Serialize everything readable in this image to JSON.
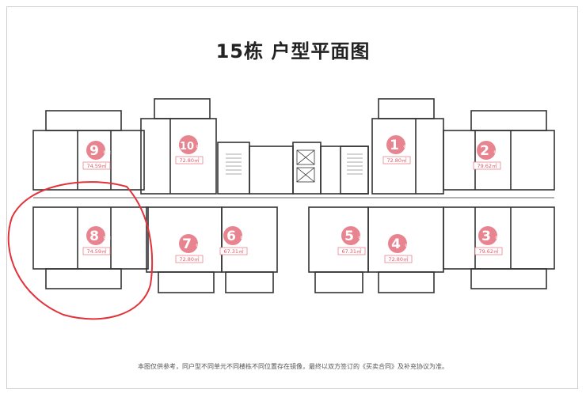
{
  "title": "15栋  户型平面图",
  "disclaimer": "本图仅供参考，同户型不同单元不同楼栋不同位置存在镜像，最终以双方签订的《买卖合同》及补充协议为准。",
  "units": [
    {
      "no": "9",
      "suffix": "号房",
      "area": "74.59㎡"
    },
    {
      "no": "10",
      "suffix": "号房",
      "area": "72.80㎡"
    },
    {
      "no": "1",
      "suffix": "号房",
      "area": "72.80㎡"
    },
    {
      "no": "2",
      "suffix": "号房",
      "area": "79.62㎡"
    },
    {
      "no": "8",
      "suffix": "号房",
      "area": "74.59㎡"
    },
    {
      "no": "7",
      "suffix": "号房",
      "area": "72.80㎡"
    },
    {
      "no": "6",
      "suffix": "号房",
      "area": "67.31㎡"
    },
    {
      "no": "5",
      "suffix": "号房",
      "area": "67.31㎡"
    },
    {
      "no": "4",
      "suffix": "号房",
      "area": "72.80㎡"
    },
    {
      "no": "3",
      "suffix": "号房",
      "area": "79.62㎡"
    }
  ],
  "colors": {
    "badge": "#e8848f",
    "wall": "#333333",
    "annotation": "#e2333b"
  }
}
